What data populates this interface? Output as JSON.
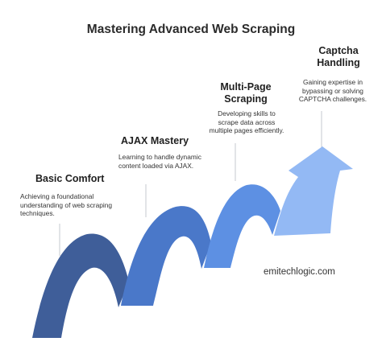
{
  "title": "Mastering Advanced Web Scraping",
  "steps": [
    {
      "title": "Basic Comfort",
      "description": "Achieving a foundational understanding of web scraping techniques.",
      "color": "#3f5e99"
    },
    {
      "title": "AJAX Mastery",
      "description": "Learning to handle dynamic content loaded via AJAX.",
      "color": "#4a78c9"
    },
    {
      "title": "Multi-Page Scraping",
      "description": "Developing skills to scrape data across multiple pages efficiently.",
      "color": "#5d90e3"
    },
    {
      "title": "Captcha Handling",
      "description": "Gaining expertise in bypassing or solving CAPTCHA challenges.",
      "color": "#93b9f4"
    }
  ],
  "brand": "emitechlogic.com"
}
